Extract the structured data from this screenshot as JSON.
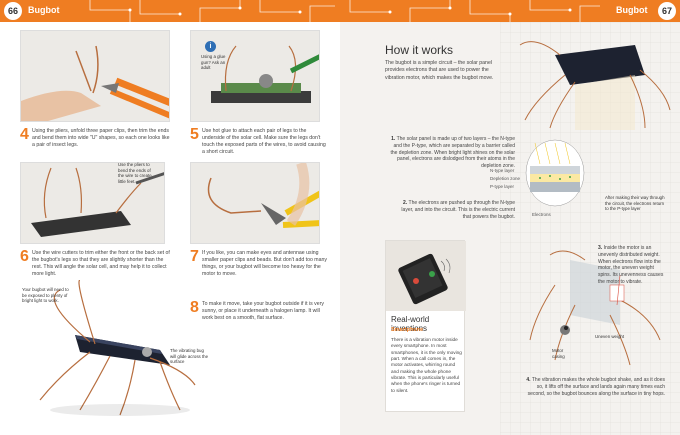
{
  "left_page": {
    "page_number": "66",
    "section_title": "Bugbot",
    "steps": [
      {
        "num": "4",
        "text": "Using the pliers, unfold three paper clips, then trim the ends and bend them into wide \"U\" shapes, so each one looks like a pair of insect legs."
      },
      {
        "num": "5",
        "text": "Use hot glue to attach each pair of legs to the underside of the solar cell. Make sure the legs don't touch the exposed parts of the wires, to avoid causing a short circuit."
      },
      {
        "num": "6",
        "text": "Use the wire cutters to trim either the front or the back set of the bugbot's legs so that they are slightly shorter than the rest. This will angle the solar cell, and may help it to collect more light."
      },
      {
        "num": "7",
        "text": "If you like, you can make eyes and antennae using smaller paper clips and beads. But don't add too many things, or your bugbot will become too heavy for the motor to move."
      },
      {
        "num": "8",
        "text": "To make it move, take your bugbot outside if it is very sunny, or place it underneath a halogen lamp. It will work best on a smooth, flat surface."
      }
    ],
    "notes": {
      "adult": "Using a glue gun? Ask an adult",
      "pliers": "Use the pliers to bend the ends of the wire to create little feet.",
      "solar": "Your bugbot will need to be exposed to plenty of bright light to work.",
      "vibrating": "The vibrating bug will glide across the surface"
    }
  },
  "right_page": {
    "page_number": "67",
    "section_title": "Bugbot",
    "heading": "How it works",
    "intro": "The bugbot is a simple circuit – the solar panel provides electrons that are used to power the vibration motor, which makes the bugbot move.",
    "points": [
      {
        "num": "1.",
        "text": "The solar panel is made up of two layers – the N-type and the P-type, which are separated by a barrier called the depletion zone. When bright light shines on the solar panel, electrons are dislodged from their atoms in the depletion zone."
      },
      {
        "num": "2.",
        "text": "The electrons are pushed up through the N-type layer, and into the circuit. This is the electric current that powers the bugbot."
      },
      {
        "num": "3.",
        "text": "Inside the motor is an unevenly distributed weight. When electrons flow into the motor, the uneven weight spins. Its unevenness causes the motor to vibrate."
      },
      {
        "num": "4.",
        "text": "The vibration makes the whole bugbot shake, and as it does so, it lifts off the surface and lands again many times each second, so the bugbot bounces along the surface in tiny hops."
      }
    ],
    "layers": [
      "N-type layer",
      "Depletion zone",
      "P-type layer"
    ],
    "electrons_label": "Electrons",
    "return_note": "After making their way through the circuit, the electrons return to the P-type layer",
    "motor_label": "Motor casing",
    "uneven_weight": "Uneven weight",
    "real_world": {
      "title": "Real-world inventions",
      "subtitle": "Smartphone",
      "text": "There is a vibration motor inside every smartphone. In most smartphones, it is the only moving part. When a call comes in, the motor activates, whirring round and making the whole phone vibrate. This is particularly useful when the phone's ringer is turned to silent."
    }
  }
}
